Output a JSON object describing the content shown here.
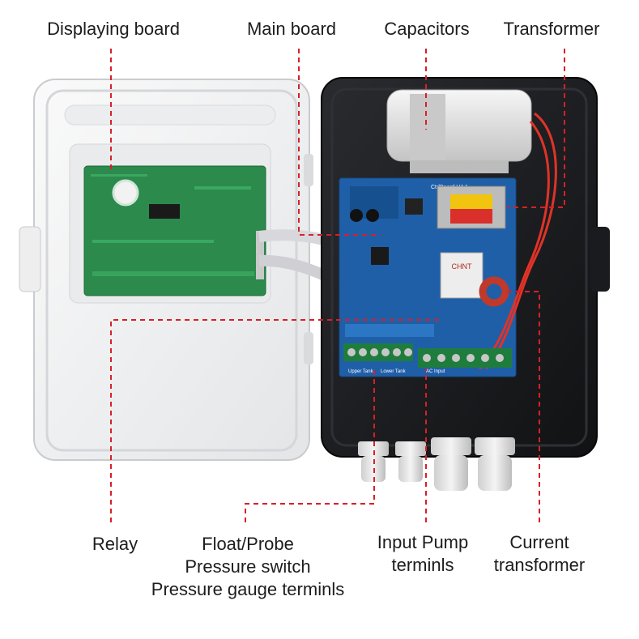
{
  "labels": {
    "displaying_board": "Displaying board",
    "main_board": "Main board",
    "capacitors": "Capacitors",
    "transformer": "Transformer",
    "relay": "Relay",
    "float_probe": [
      "Float/Probe",
      "Pressure switch",
      "Pressure gauge terminls"
    ],
    "input_pump": [
      "Input Pump",
      "terminls"
    ],
    "current_transformer": [
      "Current",
      "transformer"
    ]
  },
  "board_text": {
    "ctrl_board": "CtrlBoard V4.1",
    "relay_brand": "CHNT",
    "upper_tank": "Upper Tank",
    "lower_tank": "Lower Tank",
    "ac_input": "AC Input"
  },
  "colors": {
    "leader_line": "#d91f26",
    "box_dark": "#1b1c1f",
    "lid_white": "#f2f3f4",
    "pcb_green": "#2b8a4c",
    "pcb_blue": "#1f5fa8",
    "terminal_green": "#1e7d3c"
  }
}
